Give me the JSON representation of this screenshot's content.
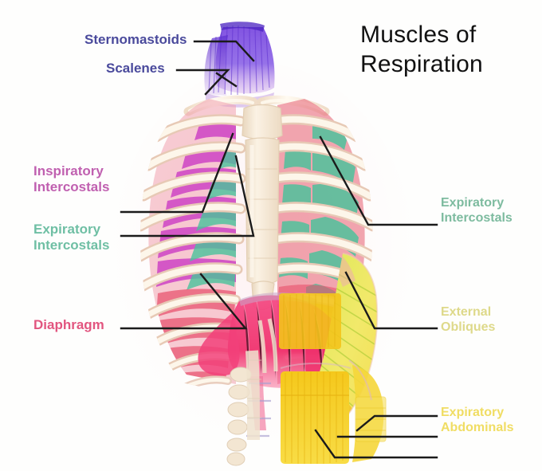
{
  "title": {
    "line1": "Muscles of",
    "line2": "Respiration"
  },
  "labels": {
    "sternomastoids": {
      "text": "Sternomastoids",
      "color": "#4a4a9c"
    },
    "scalenes": {
      "text": "Scalenes",
      "color": "#4a4a9c"
    },
    "inspiratory_intercostals": {
      "line1": "Inspiratory",
      "line2": "Intercostals",
      "color": "#c060b0"
    },
    "expiratory_intercostals_left": {
      "line1": "Expiratory",
      "line2": "Intercostals",
      "color": "#6fbfa4"
    },
    "diaphragm": {
      "text": "Diaphragm",
      "color": "#e2557f"
    },
    "expiratory_intercostals_right": {
      "line1": "Expiratory",
      "line2": "Intercostals",
      "color": "#7dbb9f"
    },
    "external_obliques": {
      "line1": "External",
      "line2": "Obliques",
      "color": "#ded98a"
    },
    "expiratory_abdominals": {
      "line1": "Expiratory",
      "line2": "Abdominals",
      "color": "#f0dd63"
    }
  },
  "palette": {
    "background": "#fefefd",
    "title_color": "#111111",
    "leader_line": "#1b1b1b",
    "bone_cream": "#f6ead8",
    "bone_highlight": "#fffaf0",
    "neck_violet": "#6b3fd4",
    "neck_violet_light": "#9a7ae8",
    "intercostal_magenta": "#cc3fc4",
    "intercostal_teal": "#49c39b",
    "intercostal_salmon": "#e8798b",
    "diaphragm_crimson": "#f0336e",
    "oblique_yellowgreen": "#c8e04a",
    "abdominal_gold": "#f2c015",
    "abdominal_yellow": "#f7dc3c",
    "rib_shadow": "#e9c9bd"
  },
  "diagram": {
    "subject": "anterior view of human rib cage, diaphragm and abdominal muscles",
    "regions": [
      {
        "name": "sternomastoids",
        "color": "#6b3fd4",
        "location": "neck-top-center"
      },
      {
        "name": "scalenes",
        "color": "#9a7ae8",
        "location": "neck-left"
      },
      {
        "name": "inspiratory-intercostals",
        "color": "#cc3fc4",
        "location": "left-ribcage-upper"
      },
      {
        "name": "expiratory-intercostals",
        "color": "#49c39b",
        "location": "ribcage-inner-both-sides"
      },
      {
        "name": "diaphragm",
        "color": "#f0336e",
        "location": "center-below-ribs"
      },
      {
        "name": "external-obliques",
        "color": "#c8e04a",
        "location": "right-flank"
      },
      {
        "name": "expiratory-abdominals",
        "color": "#f2c015",
        "location": "lower-center-abdomen"
      },
      {
        "name": "sternum",
        "color": "#f6ead8",
        "location": "center-column"
      },
      {
        "name": "vertebrae",
        "color": "#f1e3cf",
        "location": "lower-center-left"
      }
    ]
  }
}
